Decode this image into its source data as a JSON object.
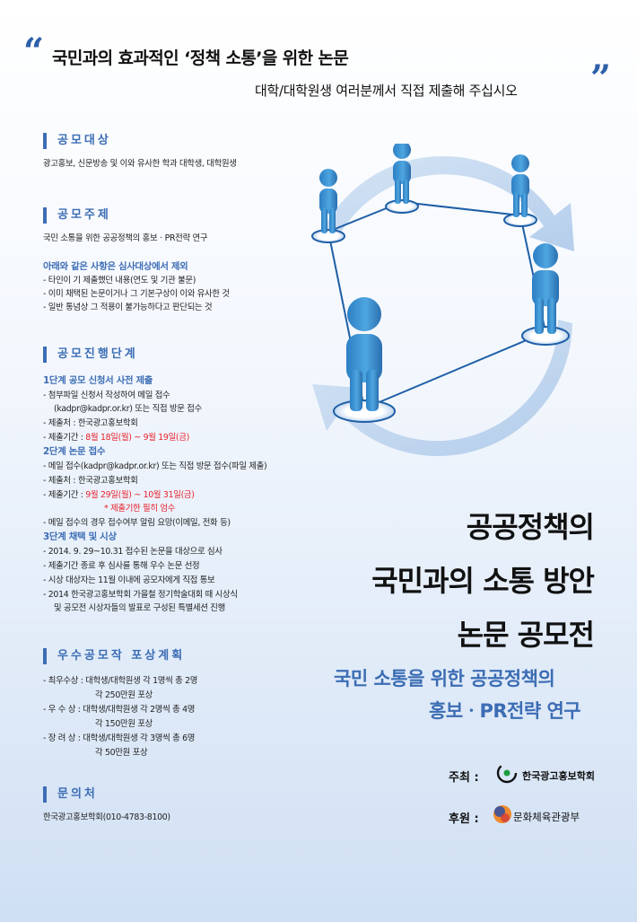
{
  "header": {
    "title": "국민과의 효과적인 ‘정책 소통’을 위한 논문",
    "subtitle": "대학/대학원생 여러분께서 직접 제출해 주십시오"
  },
  "sections": {
    "target": {
      "heading": "공모대상",
      "text": "광고홍보, 신문방송 및 이와 유사한 학과 대학생, 대학원생"
    },
    "topic": {
      "heading": "공모주제",
      "text": "국민 소통을 위한 공공정책의 홍보ㆍPR전략 연구",
      "exclude_title": "아래와 같은 사항은 심사대상에서 제외",
      "exclude_items": [
        "- 타인이 기 제출했던 내용(연도 및 기관 불문)",
        "- 이미 채택된 논문이거나 그 기본구상이 이와 유사한 것",
        "- 일반 통념상 그 적용이 불가능하다고 판단되는 것"
      ]
    },
    "process": {
      "heading": "공모진행단계",
      "step1_title": "1단계 공모 신청서 사전 제출",
      "step1_line1": "- 첨부파일 신청서 작성하여 메일 접수",
      "step1_line2": "(kadpr@kadpr.or.kr) 또는 직접 방문 접수",
      "step1_line3": "- 제출처 : 한국광고홍보학회",
      "step1_deadline_label": "- 제출기간 : ",
      "step1_deadline": "8월 18일(월) ~ 9월 19일(금)",
      "step2_title": "2단계 논문 접수",
      "step2_line1": "- 메일 접수(kadpr@kadpr.or.kr) 또는 직접 방문 접수(파일 제출)",
      "step2_line2": "- 제출처 : 한국광고홍보학회",
      "step2_deadline_label": "- 제출기간 : ",
      "step2_deadline": "9월 29일(월) ~ 10월 31일(금)",
      "step2_note": "* 제출기한 필히 엄수",
      "step2_line3": "- 메일 접수의 경우 접수여부 알림 요망(이메일, 전화 등)",
      "step3_title": "3단계 채택 및 시상",
      "step3_items": [
        "- 2014. 9. 29~10.31 접수된 논문을 대상으로 심사",
        "- 제출기간 종료 후 심사를 통해 우수 논문 선정",
        "- 시상 대상자는 11월 이내에 공모자에게 직접 통보",
        "- 2014 한국광고홍보학회 가을철 정기학술대회 때 시상식",
        "및 공모전 시상자들의 발표로 구성된 특별세션 진행"
      ]
    },
    "awards": {
      "heading": "우수공모작 포상계획",
      "a1": "- 최우수상 : 대학생/대학원생 각 1명씩 총 2명",
      "a1b": "각 250만원 포상",
      "a2": "- 우 수 상  :  대학생/대학원생 각 2명씩 총 4명",
      "a2b": "각 150만원 포상",
      "a3": "- 장 려 상  :  대학생/대학원생 각 3명씩 총 6명",
      "a3b": "각 50만원 포상"
    },
    "contact": {
      "heading": "문의처",
      "text": "한국광고홍보학회(010-4783-8100)"
    }
  },
  "main_title": {
    "line1": "공공정책의",
    "line2": "국민과의 소통 방안",
    "line3": "논문 공모전",
    "sub1": "국민 소통을 위한 공공정책의",
    "sub2": "홍보ㆍPR전략 연구"
  },
  "organizers": {
    "host_label": "주최 :",
    "host_name": "한국광고홍보학회",
    "sponsor_label": "후원 :",
    "sponsor_name": "문화체육관광부"
  },
  "colors": {
    "accent": "#3c6db4",
    "red": "#e8202a",
    "figure": "#3a8fd0"
  }
}
